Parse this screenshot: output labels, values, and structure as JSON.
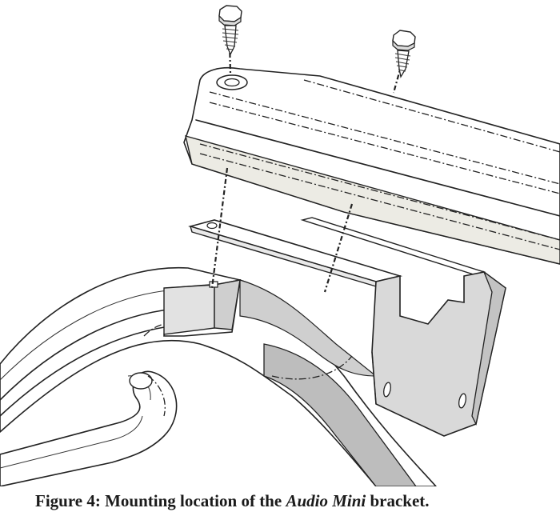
{
  "figure": {
    "caption_prefix": "Figure 4: Mounting location of the ",
    "caption_emphasis": "Audio Mini",
    "caption_suffix": " bracket."
  },
  "colors": {
    "line": "#222222",
    "tray_shade": "#ecebe4",
    "bracket_fill": "#d9d9d9",
    "frame_fill": "#ffffff",
    "shadow": "#bfbfbf"
  }
}
